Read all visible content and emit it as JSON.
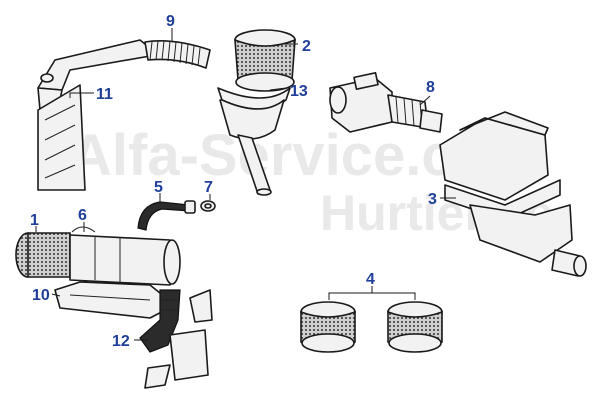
{
  "watermark": {
    "line1": "Alfa-Service.com",
    "line2": "Hurtienne"
  },
  "callouts": {
    "c1": "1",
    "c2": "2",
    "c3": "3",
    "c4": "4",
    "c5": "5",
    "c6": "6",
    "c7": "7",
    "c8": "8",
    "c9": "9",
    "c10": "10",
    "c11": "11",
    "c12": "12",
    "c13": "13"
  },
  "colors": {
    "callout": "#1f3f9a",
    "line": "#1a1a1a",
    "watermark": "#e9e9e9"
  }
}
